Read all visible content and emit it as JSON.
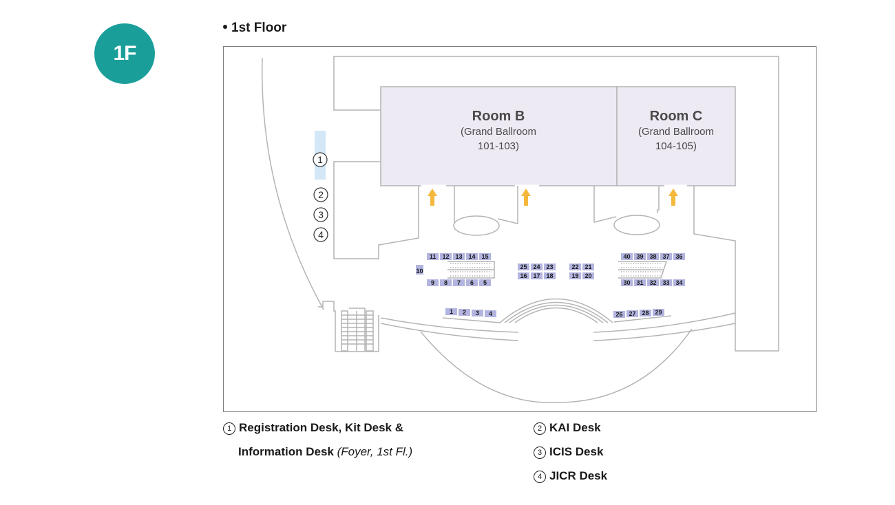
{
  "badge": {
    "label": "1F",
    "color": "#1a9e9a"
  },
  "section_title": "1st Floor",
  "rooms": [
    {
      "name": "Room B",
      "line1": "(Grand Ballroom",
      "line2": "101-103)"
    },
    {
      "name": "Room C",
      "line1": "(Grand Ballroom",
      "line2": "104-105)"
    }
  ],
  "markers": [
    "1",
    "2",
    "3",
    "4"
  ],
  "booths": {
    "left_top": [
      "11",
      "12",
      "13",
      "14",
      "15"
    ],
    "left_side": "10",
    "left_bottom": [
      "9",
      "8",
      "7",
      "6",
      "5"
    ],
    "center_a_top": [
      "25",
      "24",
      "23"
    ],
    "center_a_bottom": [
      "16",
      "17",
      "18"
    ],
    "center_b_top": [
      "22",
      "21"
    ],
    "center_b_bottom": [
      "19",
      "20"
    ],
    "right_top": [
      "40",
      "39",
      "38",
      "37",
      "36"
    ],
    "right_bottom": [
      "30",
      "31",
      "32",
      "33",
      "34"
    ],
    "front_left": [
      "1",
      "2",
      "3",
      "4"
    ],
    "front_right": [
      "26",
      "27",
      "28",
      "29"
    ]
  },
  "legend": [
    {
      "num": "1",
      "text": "Registration Desk, Kit Desk &",
      "text2": "Information Desk",
      "note": "(Foyer, 1st Fl.)"
    },
    {
      "num": "2",
      "text": "KAI Desk"
    },
    {
      "num": "3",
      "text": "ICIS Desk"
    },
    {
      "num": "4",
      "text": "JICR Desk"
    }
  ],
  "colors": {
    "booth": "#b3b5e0",
    "room": "#eeeaf4",
    "arrow": "#f5b83d",
    "registration_highlight": "#d3e7f7"
  }
}
